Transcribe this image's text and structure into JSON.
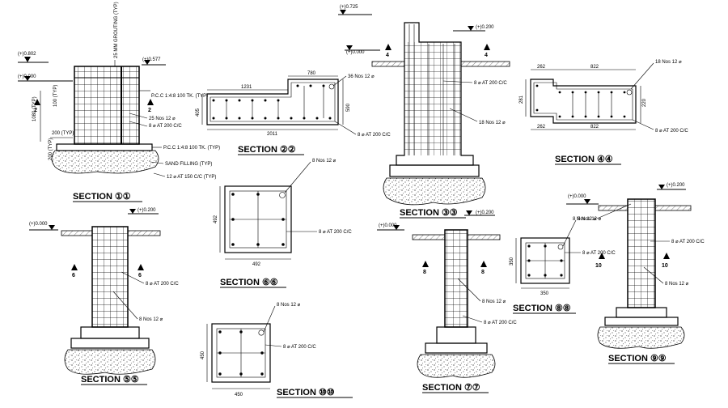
{
  "sections": [
    {
      "id": "s11",
      "title": "SECTION ①①",
      "labels": {
        "lvl_top": "(+)0.802",
        "lvl_mid": "(+)0.577",
        "lvl_zero": "(+)0.000",
        "grouting": "25 MM GROUTING (TYP)",
        "pcc": "P.C.C 1:4:8 100 TK. (TYP)",
        "pcc2": "P.C.C 1:4:8 100 TK. (TYP)",
        "bars": "25 Nos 12 ⌀",
        "ring": "8 ⌀ AT 200 C/C",
        "sand": "SAND FILLING (TYP)",
        "bottom": "12 ⌀ AT 150 C/C (TYP)",
        "d1": "100 (TYP)",
        "d2": "1080 (TYP)",
        "d3": "200 (TYP)",
        "d4": "200 (TYP)",
        "cut": "2"
      }
    },
    {
      "id": "s22",
      "title": "SECTION ②②",
      "labels": {
        "w1": "1231",
        "w2": "780",
        "h1": "405",
        "h2": "590",
        "total": "2011",
        "bars": "36 Nos 12 ⌀",
        "ring": "8 ⌀ AT 200 C/C"
      }
    },
    {
      "id": "s33",
      "title": "SECTION ③③",
      "labels": {
        "lvl_top": "(+)0.725",
        "lvl_right": "(+)0.200",
        "lvl_zero": "(+)0.000",
        "ring": "8 ⌀ AT 200 C/C",
        "bars": "18 Nos 12 ⌀",
        "cut": "4"
      }
    },
    {
      "id": "s44",
      "title": "SECTION ④④",
      "labels": {
        "w_top": "262",
        "w_top2": "822",
        "w_bot": "262",
        "w_bot2": "822",
        "h1": "281",
        "h2": "220",
        "bars": "18 Nos 12 ⌀",
        "ring": "8 ⌀ AT 200 C/C"
      }
    },
    {
      "id": "s55",
      "title": "SECTION ⑤⑤",
      "labels": {
        "lvl_zero": "(+)0.000",
        "lvl_right": "(+)0.200",
        "ring": "8 ⌀ AT 200 C/C",
        "bars": "8 Nos 12 ⌀",
        "cut": "6"
      }
    },
    {
      "id": "s66",
      "title": "SECTION ⑥⑥",
      "labels": {
        "bars": "8 Nos 12 ⌀",
        "ring": "8 ⌀ AT 200 C/C",
        "h": "492",
        "w": "492"
      }
    },
    {
      "id": "s77",
      "title": "SECTION ⑦⑦",
      "labels": {
        "lvl_zero": "(+)0.000",
        "lvl_right": "(+)0.200",
        "bars": "8 Nos 12 ⌀",
        "ring": "8 ⌀ AT 200 C/C",
        "cut": "8"
      }
    },
    {
      "id": "s88",
      "title": "SECTION ⑧⑧",
      "labels": {
        "bars": "8 Nos 12 ⌀",
        "ring": "8 ⌀ AT 200 C/C",
        "h": "350",
        "w": "350"
      }
    },
    {
      "id": "s99",
      "title": "SECTION ⑨⑨",
      "labels": {
        "lvl_zero": "(+)0.000",
        "lvl_right": "(+)0.200",
        "bars": "8 Nos 12 ⌀",
        "ring": "8 ⌀ AT 200 C/C",
        "bars2": "8 Nos 12 ⌀",
        "cut": "10"
      }
    },
    {
      "id": "s1010",
      "title": "SECTION ⑩⑩",
      "labels": {
        "bars": "8 Nos 12 ⌀",
        "ring": "8 ⌀ AT 200 C/C",
        "h": "450",
        "w": "450"
      }
    }
  ]
}
